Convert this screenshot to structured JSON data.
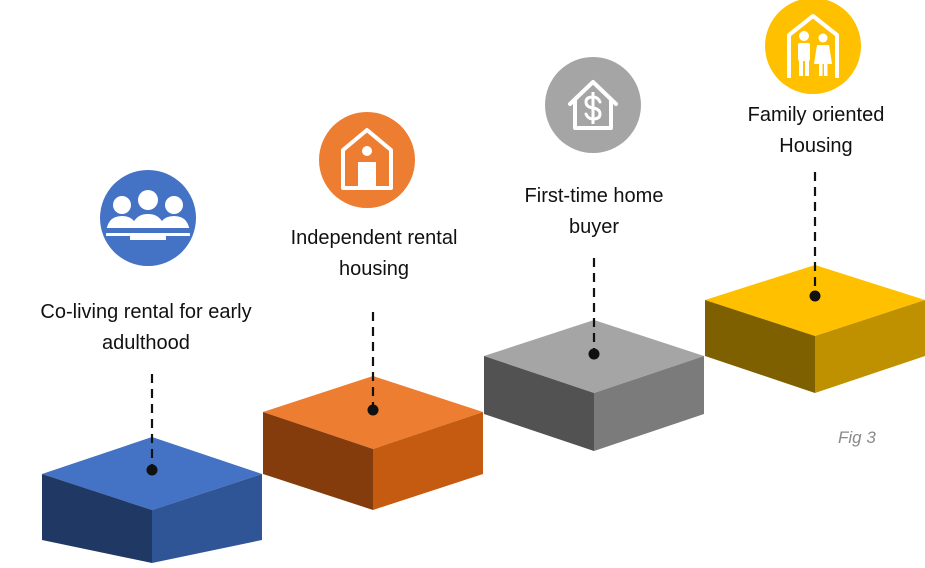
{
  "steps": [
    {
      "id": "co-living",
      "label_lines": [
        "Co-living rental for early",
        "adulthood"
      ],
      "icon": "group-of-people-icon",
      "icon_color": "#4472C4",
      "top_color": "#4472C4",
      "left_color": "#203864",
      "right_color": "#2F5597"
    },
    {
      "id": "independent-rental",
      "label_lines": [
        "Independent rental",
        "housing"
      ],
      "icon": "house-door-icon",
      "icon_color": "#ED7D31",
      "top_color": "#ED7D31",
      "left_color": "#843C0C",
      "right_color": "#C55A11"
    },
    {
      "id": "first-time-buyer",
      "label_lines": [
        "First-time home",
        "buyer"
      ],
      "icon": "house-dollar-icon",
      "icon_color": "#A5A5A5",
      "top_color": "#A5A5A5",
      "left_color": "#525252",
      "right_color": "#7B7B7B"
    },
    {
      "id": "family-housing",
      "label_lines": [
        "Family oriented",
        "Housing"
      ],
      "icon": "family-house-icon",
      "icon_color": "#FFC000",
      "top_color": "#FFC000",
      "left_color": "#7F6000",
      "right_color": "#BF9000"
    }
  ],
  "caption": "Fig 3"
}
